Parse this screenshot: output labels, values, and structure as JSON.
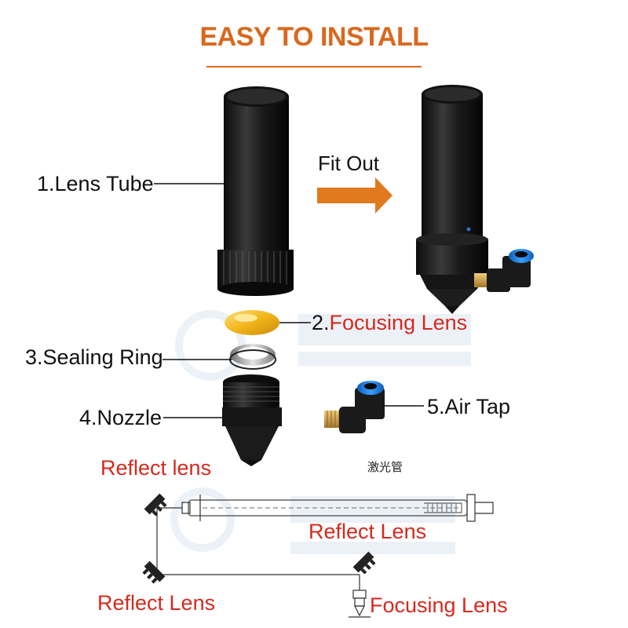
{
  "title": "EASY TO INSTALL",
  "fit_out": "Fit Out",
  "parts": {
    "lens_tube": "1.Lens Tube",
    "focusing_lens_num": "2.",
    "focusing_lens_name": "Focusing Lens",
    "sealing_ring": "3.Sealing Ring",
    "nozzle": "4.Nozzle",
    "air_tap": "5.Air Tap"
  },
  "diagram": {
    "laser_tube_caption": "激光管",
    "reflect_lens_top": "Reflect lens",
    "reflect_lens_mid": "Reflect Lens",
    "reflect_lens_bottom": "Reflect Lens",
    "focusing_lens": "Focusing Lens"
  },
  "colors": {
    "title": "#d9681e",
    "arrow": "#e07a1f",
    "red_label": "#d42a1e",
    "lens": "#f2b51a",
    "tube": "#1b1b1b",
    "air_tap_cap": "#1e7fe0",
    "brass": "#c89a3c"
  }
}
